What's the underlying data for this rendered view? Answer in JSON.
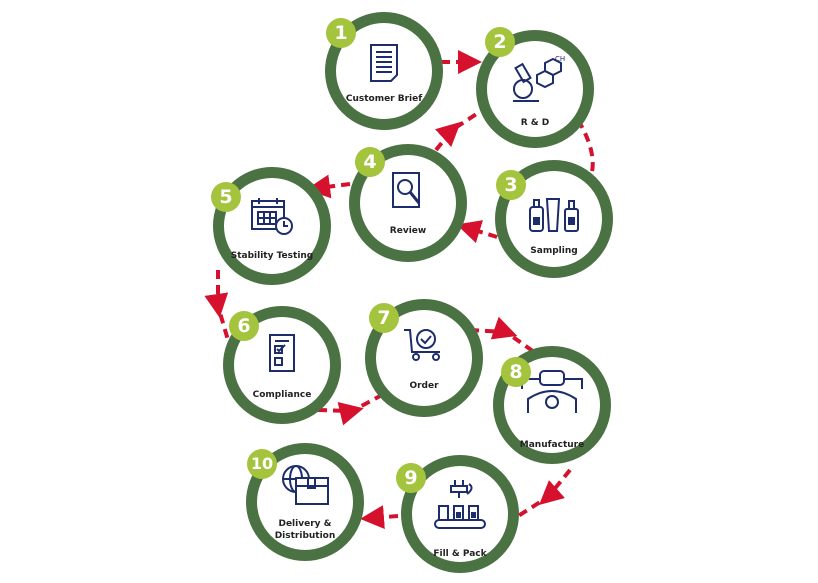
{
  "colors": {
    "ring": "#4b7242",
    "badge": "#a4c43d",
    "arrow": "#d5112e",
    "icon": "#1d2d6b"
  },
  "steps": [
    {
      "number": "1",
      "label": "Customer Brief",
      "icon": "document-icon"
    },
    {
      "number": "2",
      "label": "R & D",
      "icon": "microscope-molecule-icon"
    },
    {
      "number": "3",
      "label": "Sampling",
      "icon": "cosmetic-bottles-icon"
    },
    {
      "number": "4",
      "label": "Review",
      "icon": "document-magnifier-icon"
    },
    {
      "number": "5",
      "label": "Stability Testing",
      "icon": "calendar-clock-icon"
    },
    {
      "number": "6",
      "label": "Compliance",
      "icon": "checklist-icon"
    },
    {
      "number": "7",
      "label": "Order",
      "icon": "cart-check-icon"
    },
    {
      "number": "8",
      "label": "Manufacture",
      "icon": "machine-icon"
    },
    {
      "number": "9",
      "label": "Fill & Pack",
      "icon": "conveyor-bottles-icon"
    },
    {
      "number": "10",
      "label": "Delivery & Distribution",
      "icon": "globe-box-icon"
    }
  ]
}
